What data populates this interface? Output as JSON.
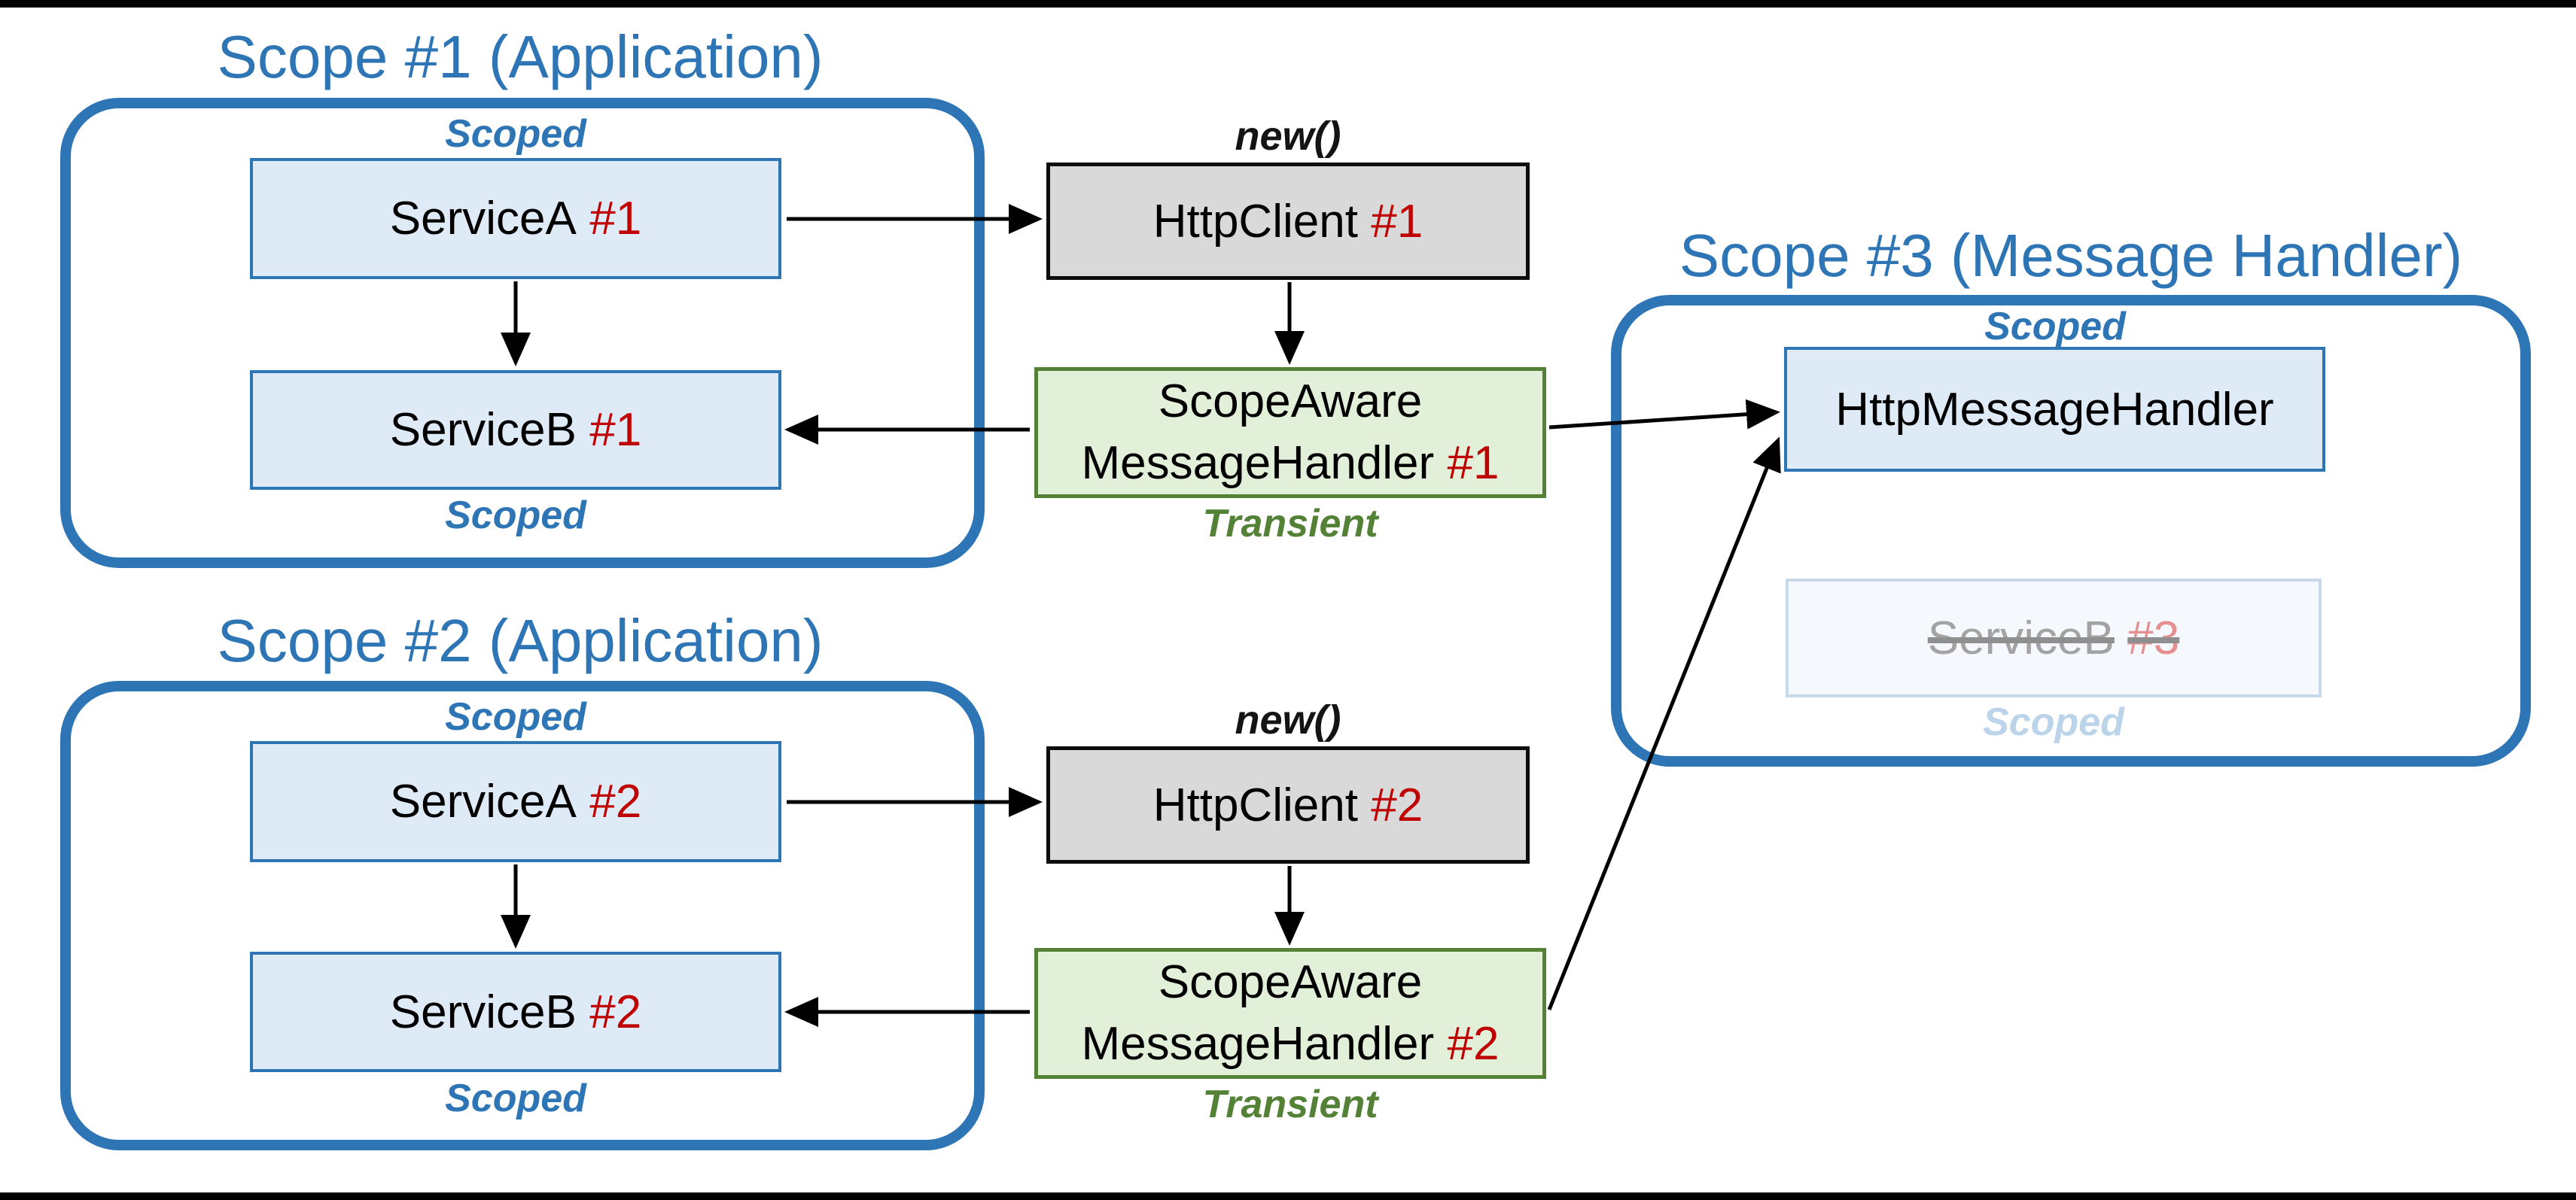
{
  "scope1": {
    "title": "Scope #1 (Application)",
    "scoped_top": "Scoped",
    "scoped_bottom": "Scoped",
    "service_a": {
      "name": "ServiceA",
      "instance": "#1"
    },
    "service_b": {
      "name": "ServiceB",
      "instance": "#1"
    }
  },
  "scope2": {
    "title": "Scope #2 (Application)",
    "scoped_top": "Scoped",
    "scoped_bottom": "Scoped",
    "service_a": {
      "name": "ServiceA",
      "instance": "#2"
    },
    "service_b": {
      "name": "ServiceB",
      "instance": "#2"
    }
  },
  "scope3": {
    "title": "Scope #3 (Message Handler)",
    "scoped_top": "Scoped",
    "http_message_handler": {
      "name": "HttpMessageHandler"
    },
    "service_b_disposed": {
      "name": "ServiceB",
      "instance": "#3",
      "scoped_label": "Scoped"
    }
  },
  "http_client_1": {
    "new_label": "new()",
    "name": "HttpClient",
    "instance": "#1"
  },
  "http_client_2": {
    "new_label": "new()",
    "name": "HttpClient",
    "instance": "#2"
  },
  "message_handler_1": {
    "line1": "ScopeAware",
    "line2_name": "MessageHandler",
    "instance": "#1",
    "lifetime_label": "Transient"
  },
  "message_handler_2": {
    "line1": "ScopeAware",
    "line2_name": "MessageHandler",
    "instance": "#2",
    "lifetime_label": "Transient"
  },
  "colors": {
    "accent_blue": "#2E75B6",
    "blue_box_fill": "#DEEBF7",
    "gray_box_fill": "#D9D9D9",
    "green_box_fill": "#E2EFD9",
    "green": "#538135",
    "instance_red": "#C00000",
    "arrow_black": "#000000"
  }
}
